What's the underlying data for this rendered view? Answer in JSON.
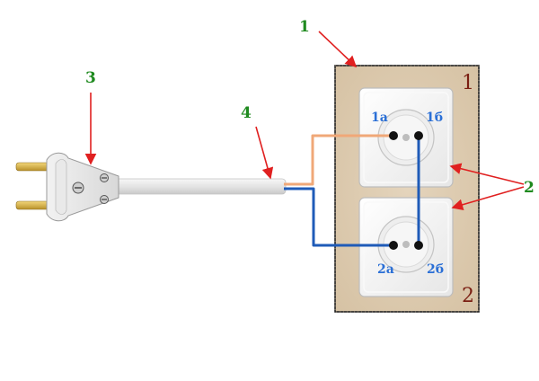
{
  "colors": {
    "green_label": "#1f8a1f",
    "red_arrow": "#e02020",
    "dark_red_label": "#7a1e12",
    "blue_label": "#2a6fd6",
    "wire_orange": "#f0a878",
    "wire_blue": "#1f5bb8",
    "wall": "#dccab0",
    "frame": "#222222",
    "cable": "#ececec"
  },
  "callouts": {
    "one": "1",
    "two": "2",
    "three": "3",
    "four": "4"
  },
  "box_labels": {
    "top": "1",
    "bottom": "2"
  },
  "terminals": {
    "t1a": "1а",
    "t1b": "1б",
    "t2a": "2а",
    "t2b": "2б"
  },
  "icons": {
    "plug": "plug-icon",
    "socket": "socket-icon"
  }
}
